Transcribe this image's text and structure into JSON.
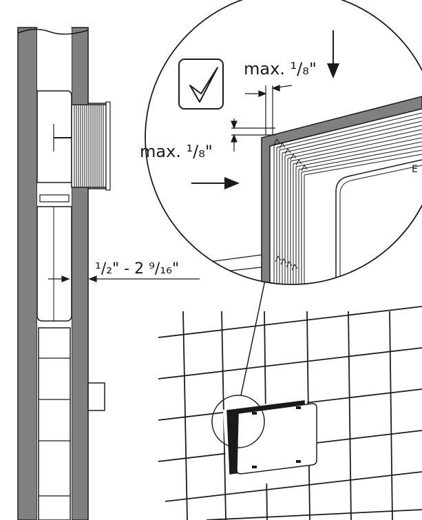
{
  "labels": {
    "gap_top": "max. ¹/₈\"",
    "gap_side": "max. ¹/₈\"",
    "depth_range": "¹/₂\" - 2 ⁹/₁₆\""
  },
  "icons": {
    "check": "checkmark-icon",
    "arrow_down": "arrow-down-icon",
    "arrow_right": "arrow-right-icon"
  },
  "colors": {
    "wall": "#808080",
    "line": "#1a1a1a",
    "panel": "#ffffff"
  }
}
